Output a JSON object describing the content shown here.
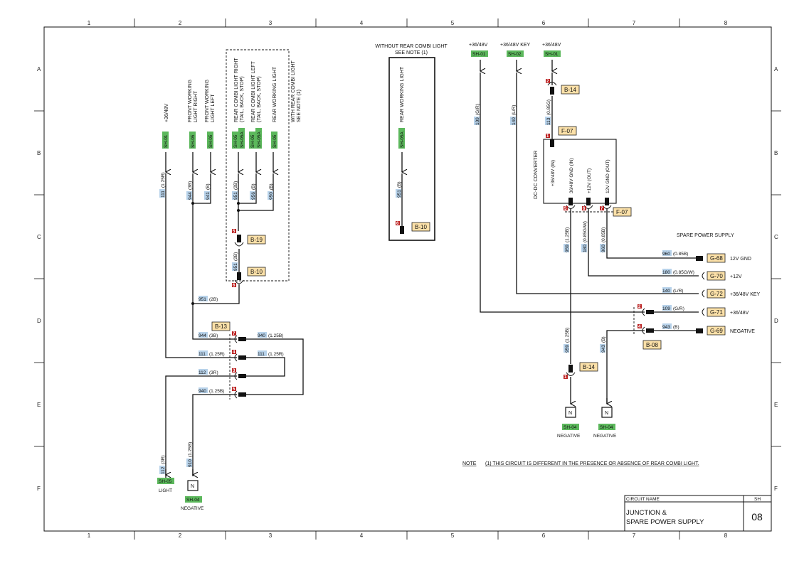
{
  "grid": {
    "columns": [
      "1",
      "2",
      "3",
      "4",
      "5",
      "6",
      "7",
      "8"
    ],
    "rows": [
      "A",
      "B",
      "C",
      "D",
      "E",
      "F"
    ]
  },
  "title_block": {
    "circuit_name_label": "CIRCUIT NAME",
    "sh_label": "SH",
    "title_line1": "JUNCTION &",
    "title_line2": "SPARE POWER SUPPLY",
    "sheet_number": "08"
  },
  "note": {
    "label": "NOTE",
    "text": "(1) THIS CIRCUIT IS DIFFERENT IN THE PRESENCE OR ABSENCE OF REAR COMBI LIGHT."
  },
  "left": {
    "top_labels": [
      {
        "id": "v36",
        "text": "+36/48V",
        "sheet": "SH-01"
      },
      {
        "id": "fwl_r",
        "line1": "FRONT WORKING",
        "line2": "LIGHT RIGHT",
        "sheet": "SH-05"
      },
      {
        "id": "fwl_l",
        "line1": "FRONT WORKING",
        "line2": "LIGHT LEFT",
        "sheet": "SH-05"
      },
      {
        "id": "rcl_r",
        "line1": "REAR COMBI LIGHT RIGHT",
        "line2": "(TAIL, BACK, STOP)",
        "sheet1": "SH-05",
        "sheet2": "SH-05A"
      },
      {
        "id": "rcl_l",
        "line1": "REAR COMBI LIGHT LEFT",
        "line2": "(TAIL, BACK, STOP)",
        "sheet1": "SH-05",
        "sheet2": "SH-05A"
      },
      {
        "id": "rwl",
        "line1": "REAR WORKING LIGHT",
        "sheet": "SH-05"
      }
    ],
    "with_rear_note": {
      "line1": "WITH REAR COMBI LIGHT",
      "line2": "SEE NOTE (1)"
    },
    "wires": {
      "w111_top": {
        "num": "111",
        "spec": "(1.25R)"
      },
      "w944_top": {
        "num": "944",
        "spec": "(3B)"
      },
      "w941": {
        "num": "941",
        "spec": "(B)"
      },
      "w951a": {
        "num": "951",
        "spec": "(2B)"
      },
      "w956": {
        "num": "956",
        "spec": "(B)"
      },
      "w950": {
        "num": "950",
        "spec": "(B)"
      },
      "w951b": {
        "num": "951",
        "spec": "(2B)"
      },
      "w951c": {
        "num": "951",
        "spec": "(2B)"
      },
      "w944_mid": {
        "num": "944",
        "spec": "(3B)"
      },
      "w940_r": {
        "num": "940",
        "spec": "(1.25B)"
      },
      "w111_l": {
        "num": "111",
        "spec": "(1.25R)"
      },
      "w111_r": {
        "num": "111",
        "spec": "(1.25R)"
      },
      "w112_mid": {
        "num": "112",
        "spec": "(3R)"
      },
      "w940_l": {
        "num": "940",
        "spec": "(1.25B)"
      },
      "w112_bot": {
        "num": "112",
        "spec": "(3R)"
      },
      "w910": {
        "num": "910",
        "spec": "(1.25B)"
      }
    },
    "connectors": {
      "b19": "B-19",
      "b10": "B-10",
      "b13": "B-13"
    },
    "pins": {
      "p5": "5",
      "p6": "6",
      "p7": "7",
      "p4": "4",
      "p3": "3",
      "p5b": "5"
    },
    "bottom": {
      "light_sheet": "SH-05",
      "light_label": "LIGHT",
      "neg_symbol": "N",
      "neg_sheet": "SH-04",
      "neg_label": "NEGATIVE"
    }
  },
  "middle": {
    "header_line1": "WITHOUT REAR COMBI LIGHT",
    "header_line2": "SEE NOTE (1)",
    "rwl_label": "REAR WORKING LIGHT",
    "sheet": "SH-05A",
    "wire": {
      "num": "951",
      "spec": "(B)"
    },
    "connector": "B-10",
    "pin": "6"
  },
  "right": {
    "top_labels": [
      {
        "id": "v36a",
        "text": "+36/48V",
        "sheet": "SH-01"
      },
      {
        "id": "key",
        "text": "+36/48V KEY",
        "sheet": "SH-02"
      },
      {
        "id": "v36b",
        "text": "+36/48V",
        "sheet": "SH-01"
      }
    ],
    "converter": {
      "title": "DC-DC CONVERTER",
      "pin_in": "+36/48V (IN)",
      "pin_gnd_in": "36/48V GND (IN)",
      "pin_out": "+12V (OUT)",
      "pin_gnd_out": "12V GND (OUT)"
    },
    "spare_title": "SPARE POWER SUPPLY",
    "wires": {
      "w109": {
        "num": "109",
        "spec": "(G/R)"
      },
      "w140": {
        "num": "140",
        "spec": "(L/R)"
      },
      "w113": {
        "num": "113",
        "spec": "(0.85G)"
      },
      "w959a": {
        "num": "959",
        "spec": "(1.25B)"
      },
      "w180a": {
        "num": "180",
        "spec": "(0.85G/W)"
      },
      "w960a": {
        "num": "960",
        "spec": "(0.85B)"
      },
      "w960b": {
        "num": "960",
        "spec": "(0.85B)"
      },
      "w180b": {
        "num": "180",
        "spec": "(0.85G/W)"
      },
      "w140b": {
        "num": "140",
        "spec": "(L/R)"
      },
      "w109b": {
        "num": "109",
        "spec": "(G/R)"
      },
      "w943a": {
        "num": "943",
        "spec": "(B)"
      },
      "w959b": {
        "num": "959",
        "spec": "(1.25B)"
      },
      "w943b": {
        "num": "943",
        "spec": "(B)"
      }
    },
    "connectors": {
      "b14a": "B-14",
      "f07a": "F-07",
      "f07b": "F-07",
      "b08": "B-08",
      "b14b": "B-14"
    },
    "pins": {
      "p2": "2",
      "p1": "1",
      "p5": "5",
      "p6": "6",
      "p7": "7",
      "p2b": "2",
      "p4": "4",
      "p1b": "1"
    },
    "spare_outputs": [
      {
        "conn": "G-68",
        "label": "12V GND"
      },
      {
        "conn": "G-70",
        "label": "+12V"
      },
      {
        "conn": "G-72",
        "label": "+36/48V KEY"
      },
      {
        "conn": "G-71",
        "label": "+36/48V"
      },
      {
        "conn": "G-69",
        "label": "NEGATIVE"
      }
    ],
    "bottom": [
      {
        "symbol": "N",
        "sheet": "SH-04",
        "label": "NEGATIVE"
      },
      {
        "symbol": "N",
        "sheet": "SH-04",
        "label": "NEGATIVE"
      }
    ]
  }
}
